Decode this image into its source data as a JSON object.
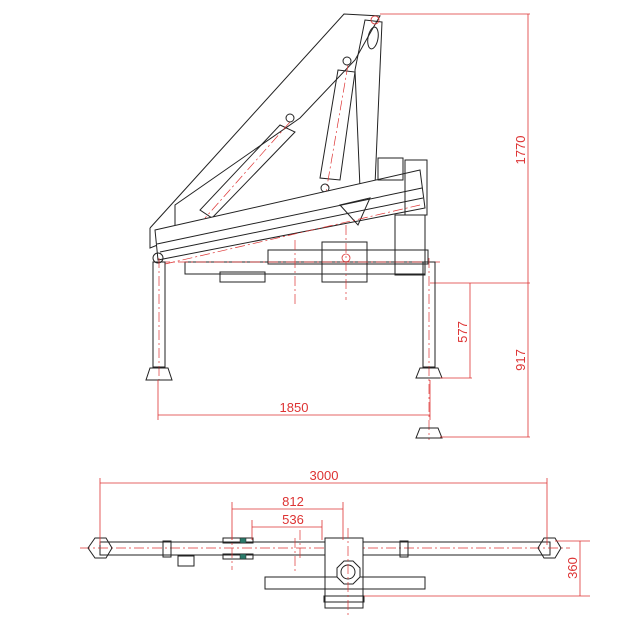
{
  "title": "Crane side and top view dimension drawing",
  "colors": {
    "outline": "#222222",
    "dimension": "#dd3333",
    "pad": "#2a7a6a"
  },
  "side_view": {
    "dimensions": {
      "total_height": "1770",
      "outrigger_height": "917",
      "leg_stroke": "577",
      "leg_spacing": "1850"
    }
  },
  "top_view": {
    "dimensions": {
      "outrigger_span": "3000",
      "outer_width": "812",
      "inner_width": "536",
      "depth": "360"
    }
  }
}
